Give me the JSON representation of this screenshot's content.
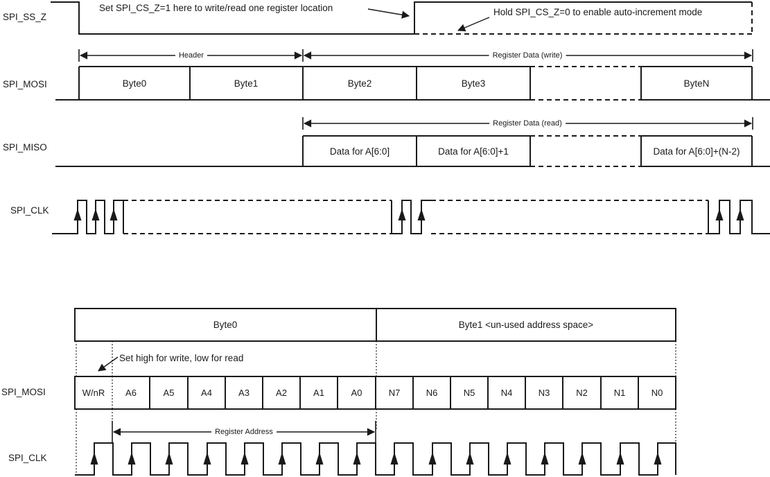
{
  "top_diagram": {
    "labels": {
      "ss": "SPI_SS_Z",
      "mosi": "SPI_MOSI",
      "miso": "SPI_MISO",
      "clk": "SPI_CLK"
    },
    "annotations": {
      "write_read_one": "Set SPI_CS_Z=1 here to write/read one register location",
      "auto_increment": "Hold SPI_CS_Z=0 to enable auto-increment mode"
    },
    "spans": {
      "header": "Header",
      "reg_write": "Register Data (write)",
      "reg_read": "Register Data (read)"
    },
    "mosi_bytes": {
      "b0": "Byte0",
      "b1": "Byte1",
      "b2": "Byte2",
      "b3": "Byte3",
      "bn": "ByteN"
    },
    "miso_data": {
      "d0": "Data for A[6:0]",
      "d1": "Data for A[6:0]+1",
      "dn": "Data for A[6:0]+(N-2)"
    }
  },
  "bottom_diagram": {
    "labels": {
      "mosi": "SPI_MOSI",
      "clk": "SPI_CLK"
    },
    "headers": {
      "byte0": "Byte0",
      "byte1": "Byte1 <un-used address space>"
    },
    "annotation": "Set high for write, low for read",
    "span": "Register Address",
    "bits": [
      "W/nR",
      "A6",
      "A5",
      "A4",
      "A3",
      "A2",
      "A1",
      "A0",
      "N7",
      "N6",
      "N5",
      "N4",
      "N3",
      "N2",
      "N1",
      "N0"
    ]
  },
  "colors": {
    "ink": "#1a1a1a",
    "background": "#ffffff"
  }
}
